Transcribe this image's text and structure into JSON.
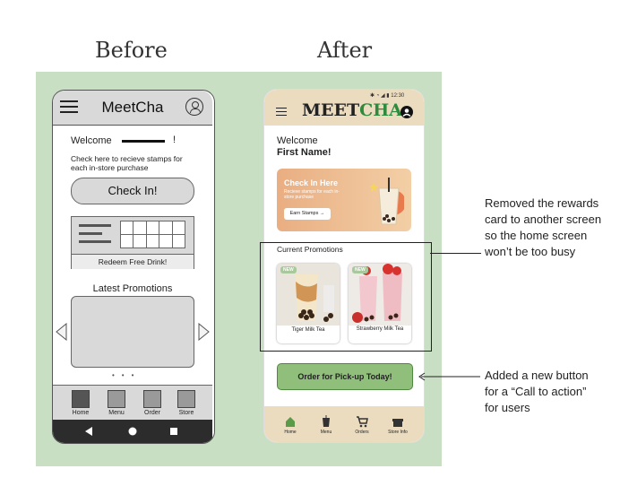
{
  "headings": {
    "before": "Before",
    "after": "After"
  },
  "before": {
    "title": "MeetCha",
    "welcome": "Welcome",
    "bang": "!",
    "check_text": "Check here to recieve stamps for each in-store purchase",
    "checkin_button": "Check In!",
    "redeem_label": "Redeem Free Drink!",
    "latest_promotions": "Latest Promotions",
    "nav": [
      "Home",
      "Menu",
      "Order",
      "Store"
    ]
  },
  "after": {
    "status_time": "12:30",
    "logo_part1": "MEET",
    "logo_part2": "CHA",
    "welcome": "Welcome",
    "name": "First Name!",
    "check_card": {
      "title": "Check In Here",
      "subtitle": "Recieve stamps for each in-store purchase",
      "button": "Earn Stamps"
    },
    "promotions_label": "Current Promotions",
    "promotions": [
      {
        "badge": "NEW",
        "name": "Tiger Milk Tea"
      },
      {
        "badge": "NEW",
        "name": "Strawberry Milk Tea"
      }
    ],
    "order_button": "Order for Pick-up Today!",
    "nav": [
      "Home",
      "Menu",
      "Orders",
      "Store Info"
    ]
  },
  "annotations": {
    "first": "Removed the rewards card to another screen so the home screen won’t be too busy",
    "second": "Added a new button for a “Call to action” for users"
  },
  "colors": {
    "panel": "#c8dfc3",
    "header_after": "#ecdcbf",
    "order_button": "#8fbf7a",
    "brand_green": "#2e8b3e",
    "brand_dark": "#222222"
  }
}
